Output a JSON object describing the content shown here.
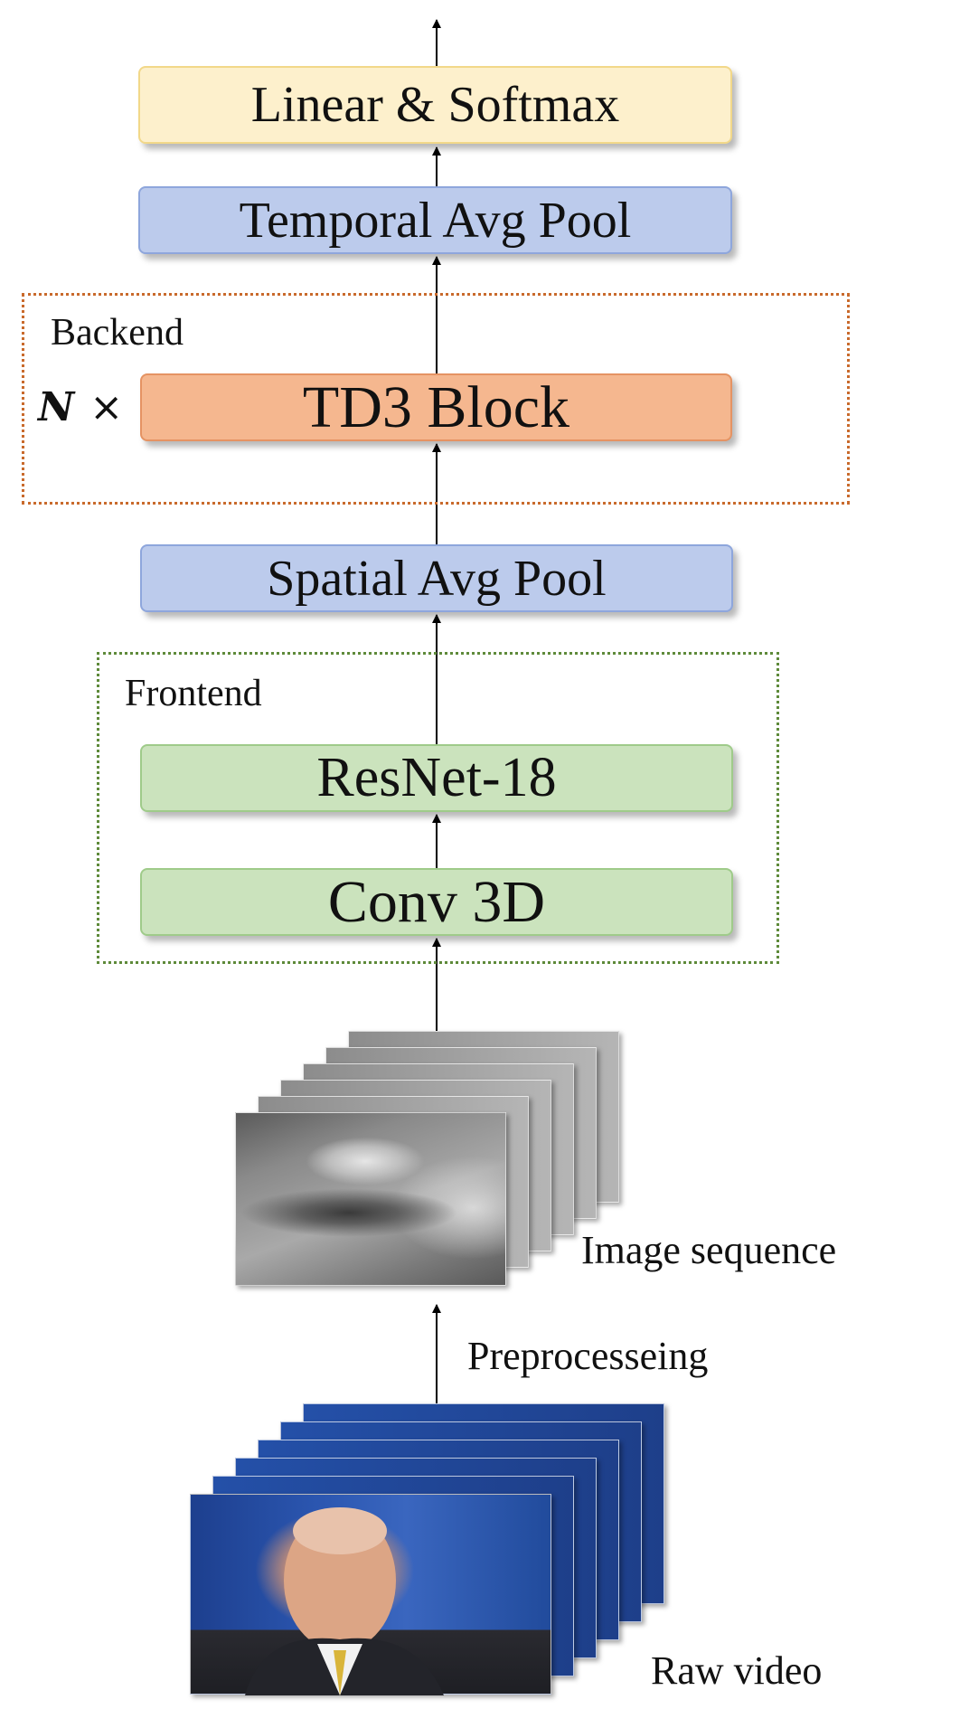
{
  "blocks": {
    "linear_softmax": "Linear & Softmax",
    "temporal_avg_pool": "Temporal Avg Pool",
    "td3_block": "TD3 Block",
    "spatial_avg_pool": "Spatial Avg Pool",
    "resnet18": "ResNet-18",
    "conv3d": "Conv 3D"
  },
  "groups": {
    "backend": {
      "label": "Backend",
      "repeat_label": "N",
      "repeat_symbol": "×",
      "color": "#c96a2c"
    },
    "frontend": {
      "label": "Frontend",
      "color": "#5e8a3a"
    }
  },
  "inputs": {
    "image_sequence": "Image sequence",
    "preprocessing": "Preprocesseing",
    "raw_video": "Raw video"
  },
  "colors": {
    "yellow": "#fdf0cc",
    "yellow_border": "#f2d889",
    "blue": "#bccbec",
    "blue_border": "#8ea6dc",
    "orange": "#f5b78f",
    "orange_border": "#e59363",
    "green": "#cbe3bd",
    "green_border": "#9fcb8a"
  }
}
